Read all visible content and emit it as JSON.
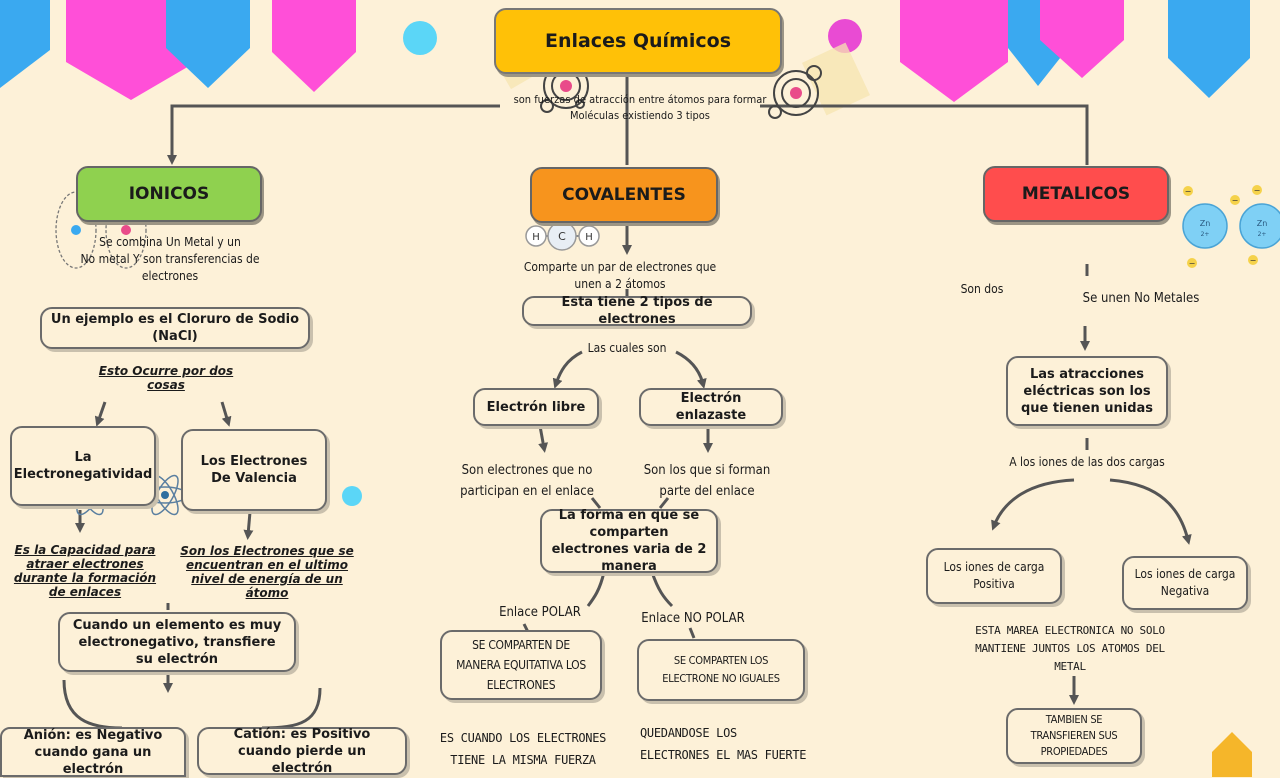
{
  "title": "Enlaces Químicos",
  "intro": {
    "line1": "son fuerzas de atracción entre átomos para formar",
    "line2": "Moléculas existiendo 3 tipos"
  },
  "ionicos": {
    "header": "IONICOS",
    "desc1": "Se combina Un Metal y un",
    "desc2": "No metal Y son transferencias de",
    "desc3": "electrones",
    "example": "Un ejemplo es el Cloruro de Sodio (NaCl)",
    "occurs": "Esto Ocurre por dos cosas",
    "electronegatividad": "La Electronegatividad",
    "valencia": "Los Electrones De Valencia",
    "electroneg_def": "Es la Capacidad para atraer electrones durante la formación de enlaces",
    "valencia_def": "Son los Electrones que se encuentran en el ultimo nivel de energía de un átomo",
    "transfer": "Cuando un elemento es muy electronegativo, transfiere su electrón",
    "anion": "Anión: es Negativo cuando gana un electrón",
    "cation": "Catión: es Positivo cuando pierde un electrón"
  },
  "covalentes": {
    "header": "COVALENTES",
    "desc1": "Comparte un par de electrones que",
    "desc2": "unen a 2 átomos",
    "types": "Esta tiene 2 tipos de electrones",
    "cuales": "Las cuales son",
    "libre": "Electrón libre",
    "enlazaste": "Electrón enlazaste",
    "libre_def1": "Son electrones que no",
    "libre_def2": "participan en el enlace",
    "enlazaste_def1": "Son los que si forman",
    "enlazaste_def2": "parte del enlace",
    "forma": "La forma en que se comparten electrones varia de 2 manera",
    "polar_label": "Enlace POLAR",
    "nopolar_label": "Enlace NO POLAR",
    "polar_box": "SE COMPARTEN DE MANERA EQUITATIVA LOS ELECTRONES",
    "nopolar_box": "SE COMPARTEN LOS ELECTRONE NO IGUALES",
    "polar_def1": "ES CUANDO LOS ELECTRONES",
    "polar_def2": "TIENE LA MISMA FUERZA",
    "nopolar_def1": "QUEDANDOSE LOS",
    "nopolar_def2": "ELECTRONES EL MAS FUERTE",
    "molecule": {
      "top": "H",
      "left": "H",
      "center": "C",
      "right": "H"
    }
  },
  "metalicos": {
    "header": "METALICOS",
    "son_dos": "Son dos",
    "no_metales": "Se unen No Metales",
    "atracciones": "Las atracciones eléctricas son los que tienen unidas",
    "iones": "A los iones de las dos cargas",
    "positiva": "Los iones de carga Positiva",
    "negativa": "Los iones de carga Negativa",
    "marea": "ESTA MAREA ELECTRONICA NO SOLO MANTIENE JUNTOS LOS ATOMOS DEL METAL",
    "tambien": "TAMBIEN SE TRANSFIEREN SUS PROPIEDADES",
    "ion_a": "Zn",
    "ion_b": "Zn",
    "ion_a_sub": "2+",
    "ion_b_sub": "2+",
    "electron_symbol": "−"
  },
  "colors": {
    "title": "#ffc107",
    "ionicos": "#8fd14f",
    "covalentes": "#f7941d",
    "metalicos": "#ff4d4d",
    "banner_blue": "#3aa9f0",
    "banner_pink": "#ff4fd8",
    "arrow": "#555555",
    "background": "#fdf1d8"
  }
}
